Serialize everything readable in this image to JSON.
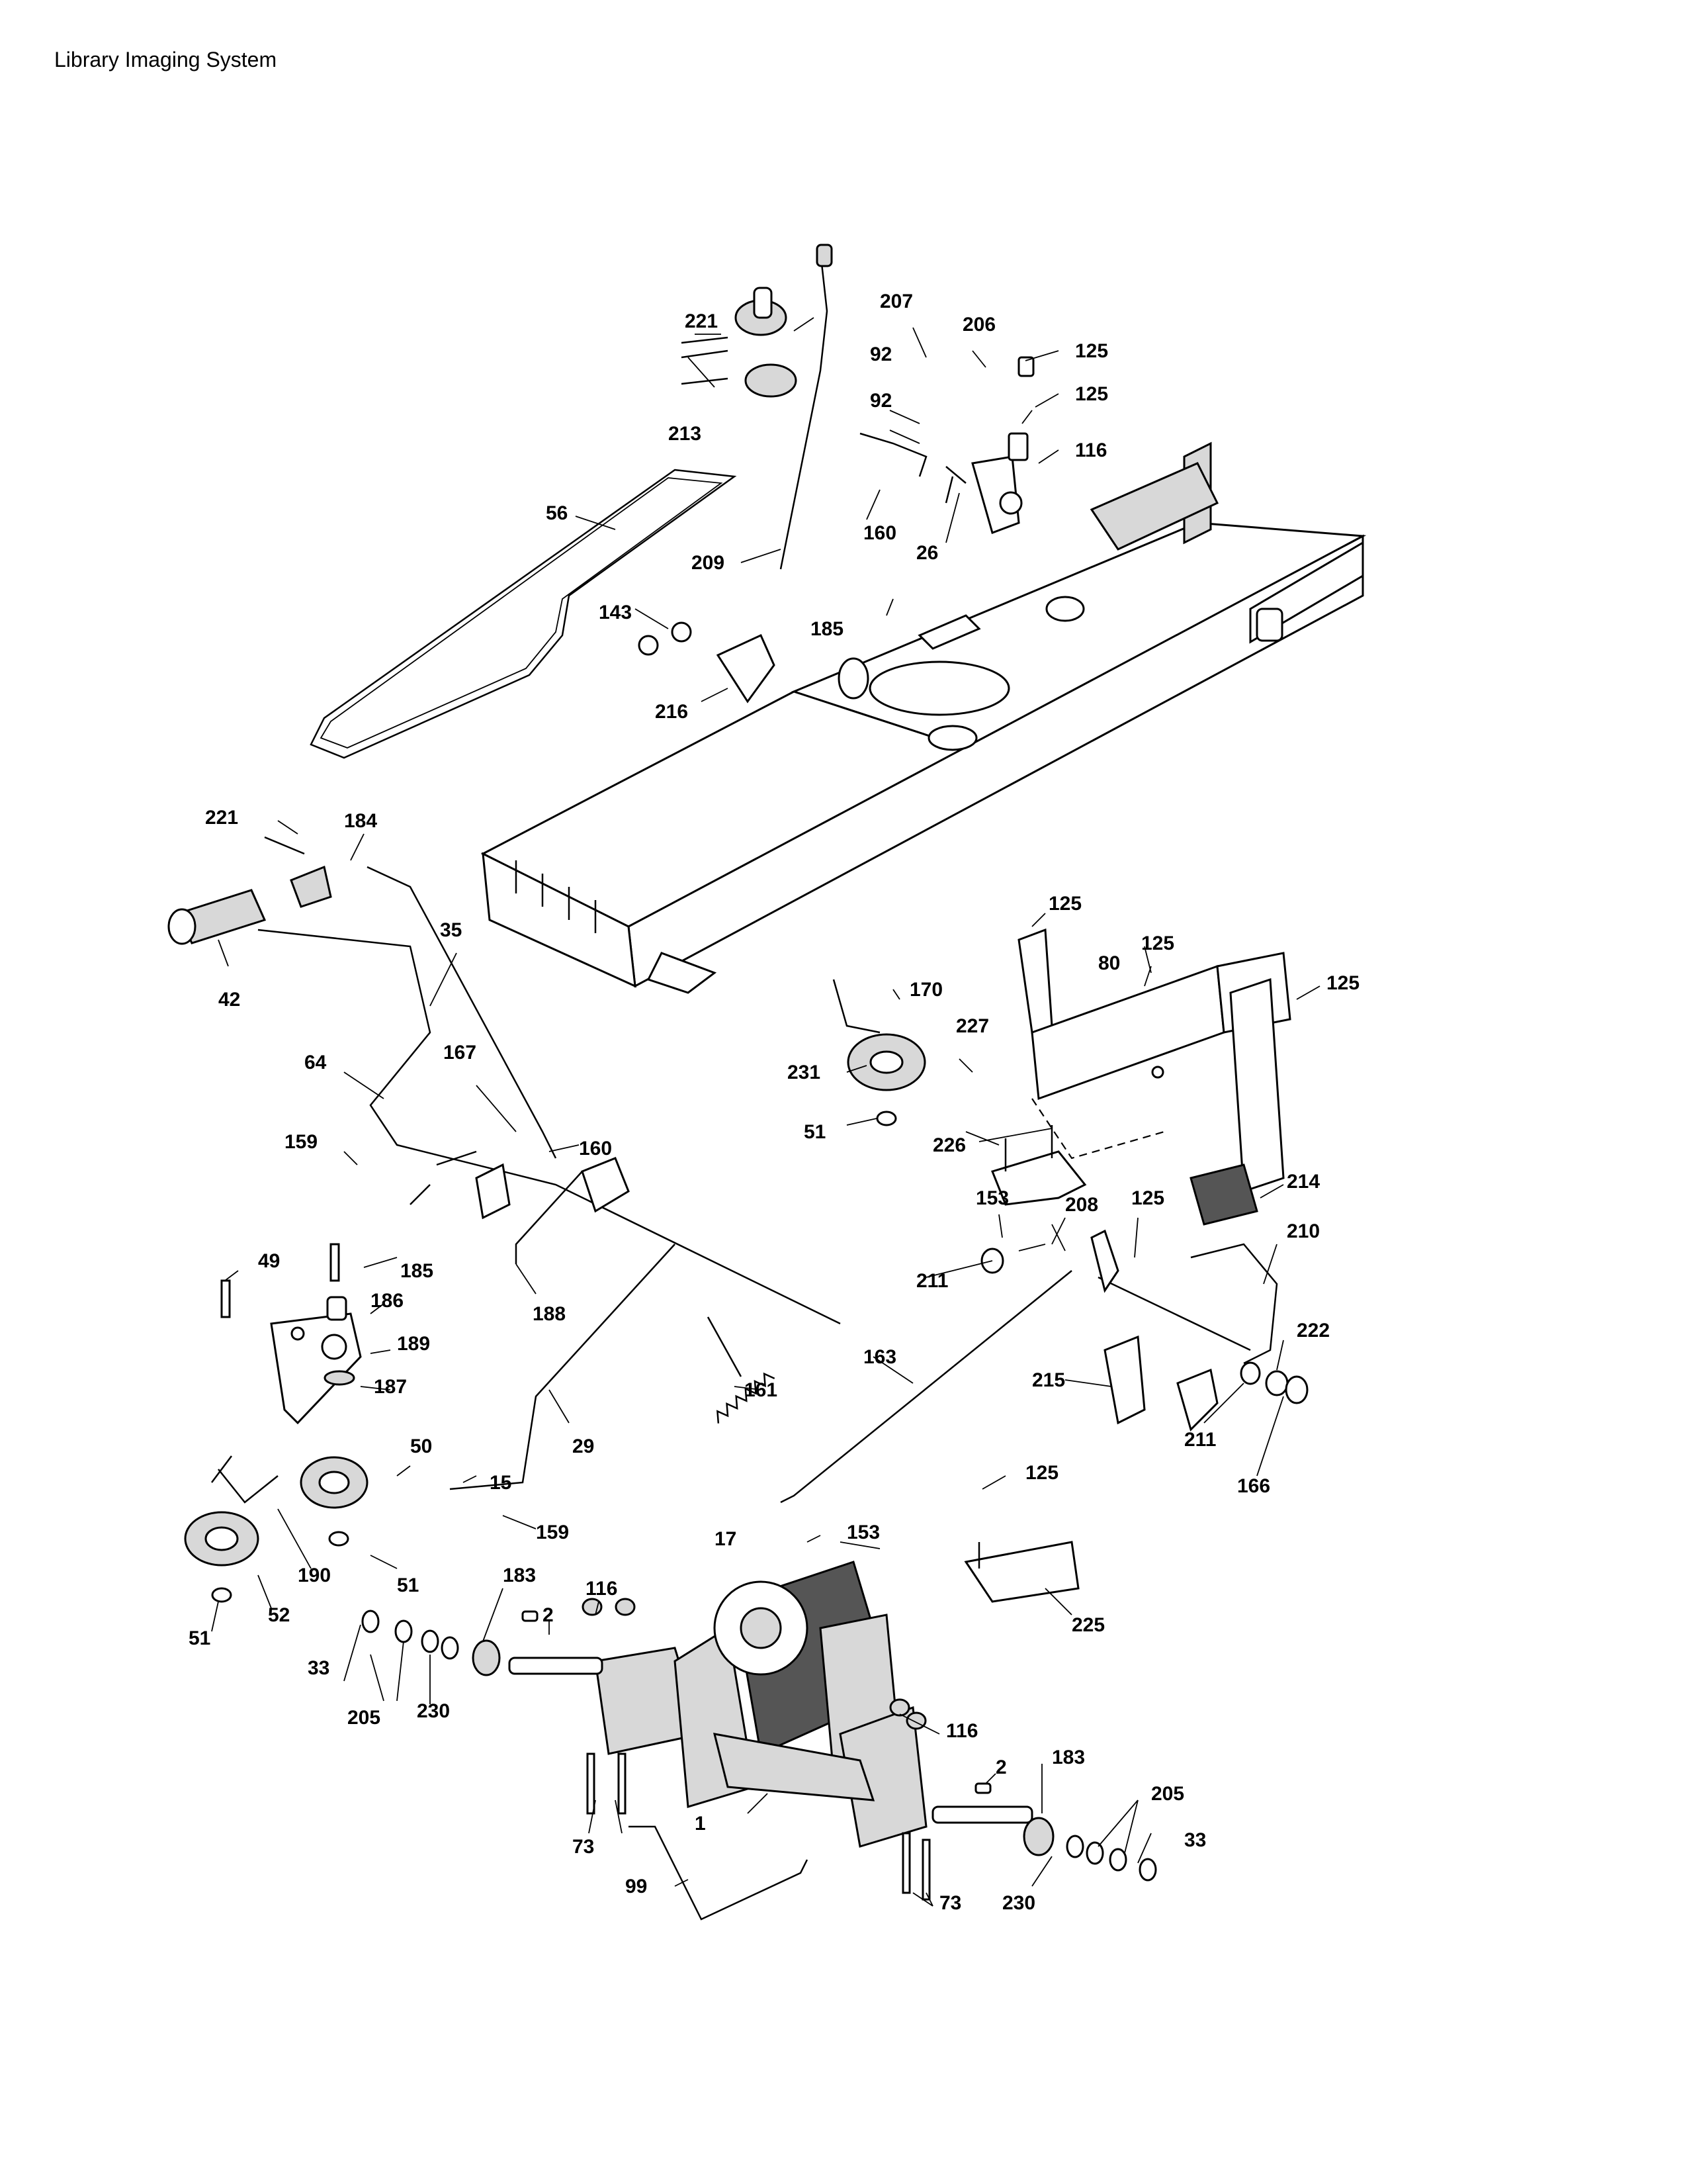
{
  "header": {
    "system_name": "Library Imaging System"
  },
  "colors": {
    "ink": "#000000",
    "paper": "#ffffff",
    "fill_light": "#d8d8d8",
    "fill_dark": "#555555"
  },
  "part_labels": [
    "221",
    "213",
    "207",
    "92",
    "92",
    "206",
    "125",
    "125",
    "116",
    "56",
    "209",
    "160",
    "26",
    "143",
    "185",
    "216",
    "221",
    "184",
    "42",
    "35",
    "64",
    "167",
    "160",
    "159",
    "125",
    "80",
    "125",
    "125",
    "227",
    "170",
    "231",
    "51",
    "226",
    "49",
    "185",
    "186",
    "189",
    "187",
    "188",
    "161",
    "29",
    "50",
    "15",
    "159",
    "190",
    "52",
    "51",
    "51",
    "153",
    "208",
    "125",
    "214",
    "210",
    "211",
    "163",
    "215",
    "222",
    "211",
    "166",
    "125",
    "17",
    "153",
    "225",
    "183",
    "116",
    "2",
    "33",
    "205",
    "230",
    "116",
    "1",
    "73",
    "2",
    "183",
    "205",
    "33",
    "99",
    "73",
    "230"
  ]
}
